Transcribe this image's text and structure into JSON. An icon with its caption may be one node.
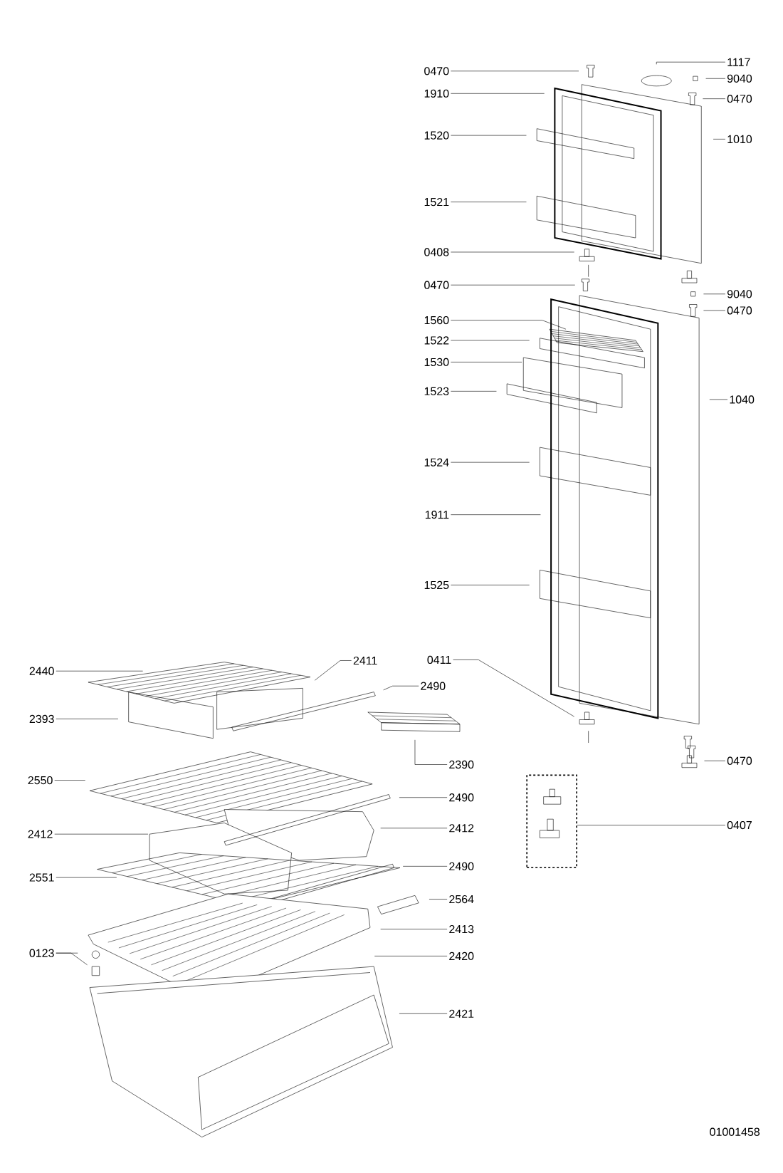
{
  "diagram": {
    "nodes": [
      {
        "text": [
          "1117"
        ]
      },
      {
        "text": [
          "0470"
        ]
      },
      {
        "text": [
          "9040"
        ]
      },
      {
        "text": [
          "1910"
        ]
      },
      {
        "text": [
          "0470"
        ]
      },
      {
        "text": [
          "1520"
        ]
      },
      {
        "text": [
          "1010"
        ]
      },
      {
        "text": [
          "1521"
        ]
      },
      {
        "text": [
          "0408"
        ]
      },
      {
        "text": [
          "0470"
        ]
      },
      {
        "text": [
          "9040"
        ]
      },
      {
        "text": [
          "0470"
        ]
      },
      {
        "text": [
          "1560"
        ]
      },
      {
        "text": [
          "1522"
        ]
      },
      {
        "text": [
          "1530"
        ]
      },
      {
        "text": [
          "1523"
        ]
      },
      {
        "text": [
          "1040"
        ]
      },
      {
        "text": [
          "1524"
        ]
      },
      {
        "text": [
          "1911"
        ]
      },
      {
        "text": [
          "1525"
        ]
      },
      {
        "text": [
          "0411"
        ]
      },
      {
        "text": [
          "2411"
        ]
      },
      {
        "text": [
          "2440"
        ]
      },
      {
        "text": [
          "2490"
        ]
      },
      {
        "text": [
          "2393"
        ]
      },
      {
        "text": [
          "0470"
        ]
      },
      {
        "text": [
          "2390"
        ]
      },
      {
        "text": [
          "2550"
        ]
      },
      {
        "text": [
          "2490"
        ]
      },
      {
        "text": [],
        "shape": "box"
      },
      {
        "text": [
          "0407"
        ]
      },
      {
        "text": [
          "2412"
        ]
      },
      {
        "text": [
          "2412"
        ]
      },
      {
        "text": [
          "2490"
        ]
      },
      {
        "text": [
          "2551"
        ]
      },
      {
        "text": [
          "2564"
        ]
      },
      {
        "text": [
          "2413"
        ]
      },
      {
        "text": [
          "0123"
        ]
      },
      {
        "text": [
          "2420"
        ]
      },
      {
        "text": [
          "2421"
        ]
      }
    ],
    "edges": [
      {
        "from": 0,
        "to": null,
        "arrow": "none"
      },
      {
        "from": 1,
        "to": null,
        "arrow": "none"
      },
      {
        "from": 2,
        "to": null,
        "arrow": "none"
      },
      {
        "from": 3,
        "to": null,
        "arrow": "none"
      },
      {
        "from": 4,
        "to": null,
        "arrow": "none"
      },
      {
        "from": 5,
        "to": null,
        "arrow": "none"
      },
      {
        "from": 6,
        "to": null,
        "arrow": "none"
      },
      {
        "from": 7,
        "to": null,
        "arrow": "none"
      },
      {
        "from": 8,
        "to": null,
        "arrow": "none"
      },
      {
        "from": 9,
        "to": null,
        "arrow": "none"
      },
      {
        "from": 10,
        "to": null,
        "arrow": "none"
      },
      {
        "from": 11,
        "to": null,
        "arrow": "none"
      },
      {
        "from": 12,
        "to": null,
        "arrow": "none"
      },
      {
        "from": 13,
        "to": null,
        "arrow": "none"
      },
      {
        "from": 14,
        "to": null,
        "arrow": "none"
      },
      {
        "from": 15,
        "to": null,
        "arrow": "none"
      },
      {
        "from": 16,
        "to": null,
        "arrow": "none"
      },
      {
        "from": 17,
        "to": null,
        "arrow": "none"
      },
      {
        "from": 18,
        "to": null,
        "arrow": "none"
      },
      {
        "from": 19,
        "to": null,
        "arrow": "none"
      },
      {
        "from": 20,
        "to": null,
        "arrow": "none"
      },
      {
        "from": 21,
        "to": null,
        "arrow": "none"
      },
      {
        "from": 22,
        "to": null,
        "arrow": "none"
      },
      {
        "from": 23,
        "to": null,
        "arrow": "none"
      },
      {
        "from": 24,
        "to": null,
        "arrow": "none"
      },
      {
        "from": 25,
        "to": null,
        "arrow": "none"
      },
      {
        "from": 26,
        "to": null,
        "arrow": "none"
      },
      {
        "from": 27,
        "to": null,
        "arrow": "none"
      },
      {
        "from": 28,
        "to": null,
        "arrow": "none"
      },
      {
        "from": 30,
        "to": 29,
        "arrow": "none"
      },
      {
        "from": 31,
        "to": null,
        "arrow": "none"
      },
      {
        "from": 32,
        "to": null,
        "arrow": "none"
      },
      {
        "from": 33,
        "to": null,
        "arrow": "none"
      },
      {
        "from": 34,
        "to": null,
        "arrow": "none"
      },
      {
        "from": 35,
        "to": null,
        "arrow": "none"
      },
      {
        "from": 36,
        "to": null,
        "arrow": "none"
      },
      {
        "from": 37,
        "to": null,
        "arrow": "none"
      },
      {
        "from": 37,
        "to": null,
        "arrow": "none"
      },
      {
        "from": 38,
        "to": null,
        "arrow": "none"
      },
      {
        "from": 39,
        "to": null,
        "arrow": "none"
      }
    ],
    "labels": [
      "01001458"
    ]
  }
}
